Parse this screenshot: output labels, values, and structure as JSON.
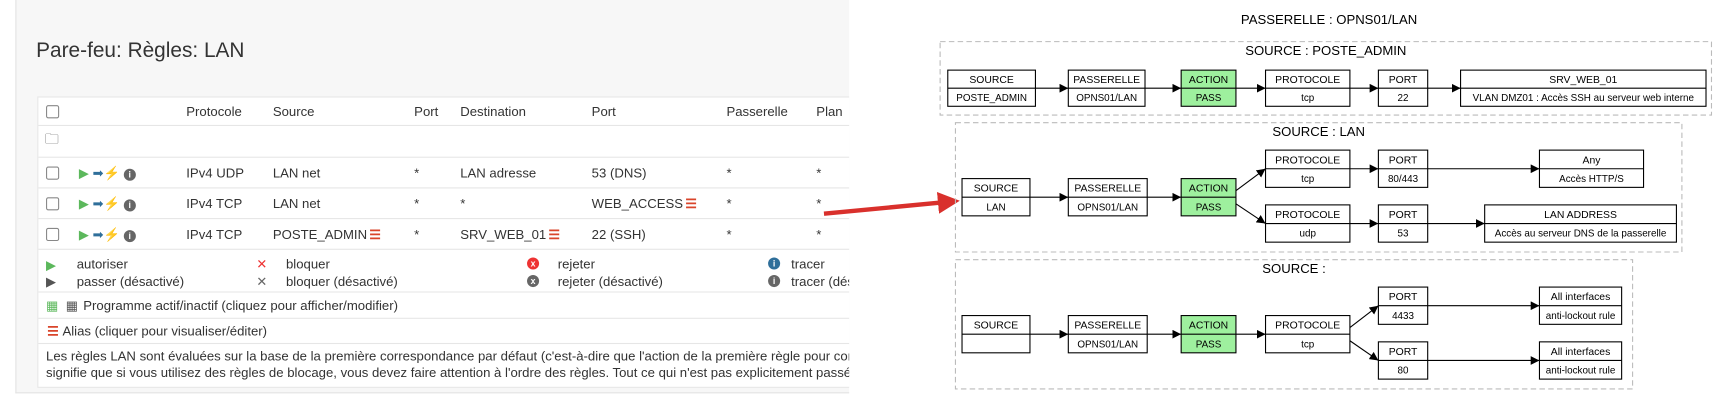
{
  "page_title": "Pare-feu: Règles: LAN",
  "table": {
    "headers": [
      "Protocole",
      "Source",
      "Port",
      "Destination",
      "Port",
      "Passerelle",
      "Plan"
    ],
    "rows": [
      {
        "protocol": "IPv4 UDP",
        "source": "LAN net",
        "source_alias": false,
        "src_port": "*",
        "destination": "LAN adresse",
        "dest_alias": false,
        "dst_port": "53 (DNS)",
        "port_alias": false,
        "gateway": "*",
        "schedule": "*"
      },
      {
        "protocol": "IPv4 TCP",
        "source": "LAN net",
        "source_alias": false,
        "src_port": "*",
        "destination": "*",
        "dest_alias": false,
        "dst_port": "WEB_ACCESS",
        "port_alias": true,
        "gateway": "*",
        "schedule": "*"
      },
      {
        "protocol": "IPv4 TCP",
        "source": "POSTE_ADMIN",
        "source_alias": true,
        "src_port": "*",
        "destination": "SRV_WEB_01",
        "dest_alias": true,
        "dst_port": "22 (SSH)",
        "port_alias": false,
        "gateway": "*",
        "schedule": "*"
      }
    ]
  },
  "legend": {
    "pass": "autoriser",
    "pass_disabled": "passer (désactivé)",
    "block": "bloquer",
    "block_disabled": "bloquer (désactivé)",
    "reject": "rejeter",
    "reject_disabled": "rejeter (désactivé)",
    "log": "tracer",
    "log_disabled": "tracer (désactivé)",
    "schedule": "Programme actif/inactif (cliquez pour afficher/modifier)",
    "alias": "Alias (cliquer pour visualiser/éditer)",
    "note": "Les règles LAN sont évaluées sur la base de la première correspondance par défaut (c'est-à-dire que l'action de la première règle pour correspondre à un paquet sera exécutée). Cela signifie que si vous utilisez des règles de blocage, vous devez faire attention à l'ordre des règles. Tout ce qui n'est pas explicitement passé est bloqué par défaut."
  },
  "colors": {
    "pass": "#5cb85c",
    "alias": "#d9452b",
    "action_fill": "#9ef09e",
    "arrow": "#d9302c"
  },
  "diagram": {
    "title": "PASSERELLE : OPNS01/LAN",
    "groups": [
      {
        "label": "SOURCE : POSTE_ADMIN",
        "nodes": [
          {
            "h": "SOURCE",
            "v": "POSTE_ADMIN"
          },
          {
            "h": "PASSERELLE",
            "v": "OPNS01/LAN"
          },
          {
            "h": "ACTION",
            "v": "PASS",
            "action": true
          },
          {
            "h": "PROTOCOLE",
            "v": "tcp"
          },
          {
            "h": "PORT",
            "v": "22"
          },
          {
            "h": "SRV_WEB_01",
            "v": "VLAN DMZ01 : Accès SSH au serveur web interne"
          }
        ]
      },
      {
        "label": "SOURCE : LAN",
        "nodes": [
          {
            "h": "SOURCE",
            "v": "LAN"
          },
          {
            "h": "PASSERELLE",
            "v": "OPNS01/LAN"
          },
          {
            "h": "ACTION",
            "v": "PASS",
            "action": true
          },
          {
            "h": "PROTOCOLE",
            "v": "tcp"
          },
          {
            "h": "PORT",
            "v": "80/443"
          },
          {
            "h": "Any",
            "v": "Accès HTTP/S"
          },
          {
            "h": "PROTOCOLE",
            "v": "udp"
          },
          {
            "h": "PORT",
            "v": "53"
          },
          {
            "h": "LAN ADDRESS",
            "v": "Accès au serveur DNS de la passerelle"
          }
        ]
      },
      {
        "label": "SOURCE :",
        "nodes": [
          {
            "h": "SOURCE",
            "v": ""
          },
          {
            "h": "PASSERELLE",
            "v": "OPNS01/LAN"
          },
          {
            "h": "ACTION",
            "v": "PASS",
            "action": true
          },
          {
            "h": "PROTOCOLE",
            "v": "tcp"
          },
          {
            "h": "PORT",
            "v": "4433"
          },
          {
            "h": "All interfaces",
            "v": "anti-lockout rule"
          },
          {
            "h": "PORT",
            "v": "80"
          },
          {
            "h": "All interfaces",
            "v": "anti-lockout rule"
          }
        ]
      }
    ]
  }
}
